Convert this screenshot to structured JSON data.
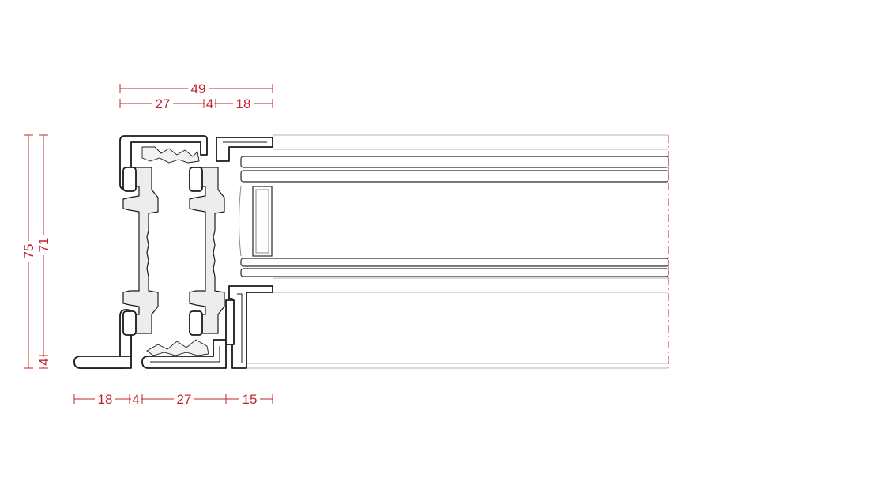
{
  "dimensions": {
    "top_total": "49",
    "top_left": "27",
    "top_mid": "4",
    "top_right": "18",
    "left_outer": "75",
    "left_inner": "71",
    "left_small": "4",
    "bottom_a": "18",
    "bottom_b": "4",
    "bottom_c": "27",
    "bottom_d": "15"
  },
  "colors": {
    "dimension": "#c0242f",
    "profile_stroke": "#1a1a1a",
    "insulation_fill": "#ededed"
  }
}
